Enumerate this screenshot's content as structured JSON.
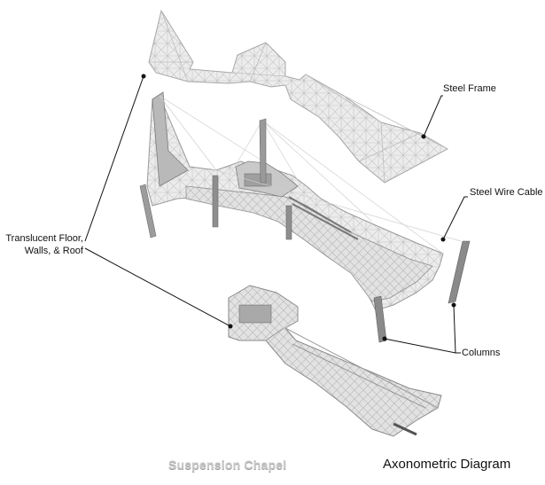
{
  "labels": {
    "steel_frame": "Steel Frame",
    "steel_wire_cable": "Steel Wire Cable",
    "translucent_line1": "Translucent Floor,",
    "translucent_line2": "Walls, & Roof",
    "columns": "Columns"
  },
  "titles": {
    "project": "Suspension Chapel",
    "diagram": "Axonometric Diagram"
  },
  "colors": {
    "structure_fill": "#e9e9e9",
    "structure_stroke": "#9a9a9a",
    "column": "#8a8a8a",
    "leader": "#111111"
  }
}
